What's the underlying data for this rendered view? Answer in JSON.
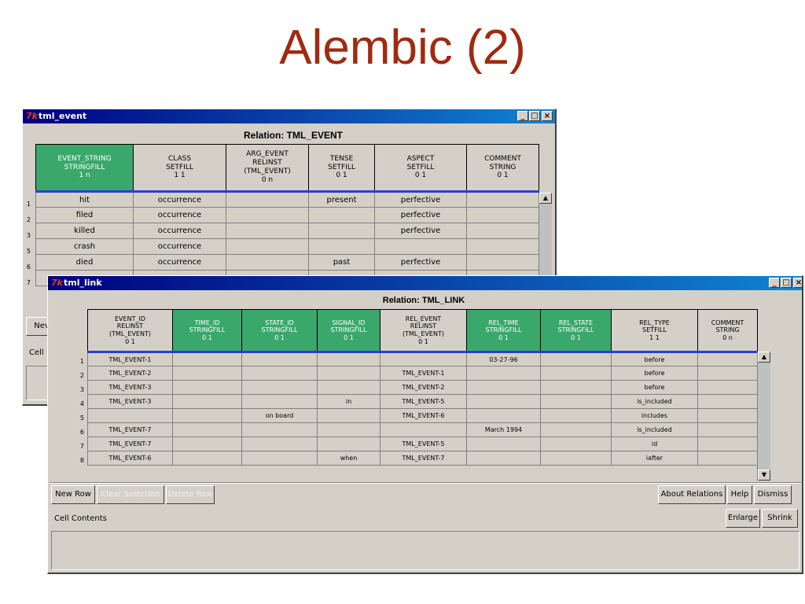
{
  "slide": {
    "title": "Alembic (2)"
  },
  "tml_event": {
    "title": "tml_event",
    "relation": "Relation: TML_EVENT",
    "columns": [
      {
        "header": "EVENT_STRING\nSTRINGFILL\n1 n",
        "green": true
      },
      {
        "header": "CLASS\nSETFILL\n1 1",
        "green": false
      },
      {
        "header": "ARG_EVENT\nRELINST\n(TML_EVENT)\n0 n",
        "green": false
      },
      {
        "header": "TENSE\nSETFILL\n0 1",
        "green": false
      },
      {
        "header": "ASPECT\nSETFILL\n0 1",
        "green": false
      },
      {
        "header": "COMMENT\nSTRING\n0 1",
        "green": false
      }
    ],
    "rows": [
      {
        "no": "1",
        "cells": [
          "hit",
          "occurrence",
          "",
          "present",
          "perfective",
          ""
        ]
      },
      {
        "no": "2",
        "cells": [
          "filed",
          "occurrence",
          "",
          "",
          "perfective",
          ""
        ]
      },
      {
        "no": "3",
        "cells": [
          "killed",
          "occurrence",
          "",
          "",
          "perfective",
          ""
        ]
      },
      {
        "no": "5",
        "cells": [
          "crash",
          "occurrence",
          "",
          "",
          "",
          ""
        ]
      },
      {
        "no": "6",
        "cells": [
          "died",
          "occurrence",
          "",
          "past",
          "perfective",
          ""
        ]
      },
      {
        "no": "7",
        "cells": [
          "",
          "",
          "",
          "",
          "",
          ""
        ]
      }
    ],
    "partial_buttons": {
      "new_row": "Nev",
      "cell": "Cell"
    }
  },
  "tml_link": {
    "title": "tml_link",
    "relation": "Relation: TML_LINK",
    "columns": [
      {
        "header": "EVENT_ID\nRELINST\n(TML_EVENT)\n0 1",
        "green": false
      },
      {
        "header": "TIME_ID\nSTRINGFILL\n0 1",
        "green": true
      },
      {
        "header": "STATE_ID\nSTRINGFILL\n0 1",
        "green": true
      },
      {
        "header": "SIGNAL_ID\nSTRINGFILL\n0 1",
        "green": true
      },
      {
        "header": "REL_EVENT\nRELINST\n(TML_EVENT)\n0 1",
        "green": false
      },
      {
        "header": "REL_TIME\nSTRINGFILL\n0 1",
        "green": true
      },
      {
        "header": "REL_STATE\nSTRINGFILL\n0 1",
        "green": true
      },
      {
        "header": "REL_TYPE\nSETFILL\n1 1",
        "green": false
      },
      {
        "header": "COMMENT\nSTRING\n0 n",
        "green": false
      }
    ],
    "rows": [
      {
        "no": "1",
        "cells": [
          "TML_EVENT-1",
          "",
          "",
          "",
          "",
          "03-27-96",
          "",
          "before",
          ""
        ]
      },
      {
        "no": "2",
        "cells": [
          "TML_EVENT-2",
          "",
          "",
          "",
          "TML_EVENT-1",
          "",
          "",
          "before",
          ""
        ]
      },
      {
        "no": "3",
        "cells": [
          "TML_EVENT-3",
          "",
          "",
          "",
          "TML_EVENT-2",
          "",
          "",
          "before",
          ""
        ]
      },
      {
        "no": "4",
        "cells": [
          "TML_EVENT-3",
          "",
          "",
          "in",
          "TML_EVENT-5",
          "",
          "",
          "is_included",
          ""
        ]
      },
      {
        "no": "5",
        "cells": [
          "",
          "",
          "on board",
          "",
          "TML_EVENT-6",
          "",
          "",
          "includes",
          ""
        ]
      },
      {
        "no": "6",
        "cells": [
          "TML_EVENT-7",
          "",
          "",
          "",
          "",
          "March 1994",
          "",
          "is_included",
          ""
        ]
      },
      {
        "no": "7",
        "cells": [
          "TML_EVENT-7",
          "",
          "",
          "",
          "TML_EVENT-5",
          "",
          "",
          "id",
          ""
        ]
      },
      {
        "no": "8",
        "cells": [
          "TML_EVENT-6",
          "",
          "",
          "when",
          "TML_EVENT-7",
          "",
          "",
          "iafter",
          ""
        ]
      }
    ],
    "buttons": {
      "new_row": "New Row",
      "clear_selection": "Clear Selection",
      "delete_row": "Delete Row",
      "about_relations": "About Relations",
      "help": "Help",
      "dismiss": "Dismiss",
      "enlarge": "Enlarge",
      "shrink": "Shrink"
    },
    "cell_contents_label": "Cell Contents"
  },
  "colors": {
    "title": "#a02a10",
    "green_header": "#3aa86b",
    "window_bg": "#d4d0c8",
    "titlebar": "#000080",
    "selection_line": "#2840d0"
  }
}
